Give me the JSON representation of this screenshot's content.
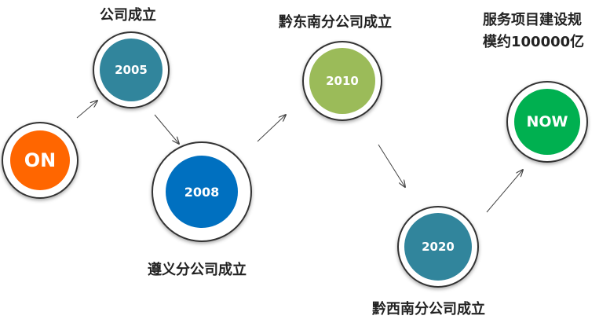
{
  "nodes": [
    {
      "key": "on",
      "label": "ON",
      "color": "#FF6600",
      "caption": ""
    },
    {
      "key": "2005",
      "label": "2005",
      "color": "#31859C",
      "caption": "公司成立"
    },
    {
      "key": "2008",
      "label": "2008",
      "color": "#0070C0",
      "caption": "遵义分公司成立"
    },
    {
      "key": "2010",
      "label": "2010",
      "color": "#9BBB59",
      "caption": "黔东南分公司成立"
    },
    {
      "key": "2020",
      "label": "2020",
      "color": "#31859C",
      "caption": "黔西南分公司成立"
    },
    {
      "key": "now",
      "label": "NOW",
      "color": "#00B050",
      "caption_lines": [
        "服务项目建设规",
        "模约100000亿"
      ]
    }
  ]
}
